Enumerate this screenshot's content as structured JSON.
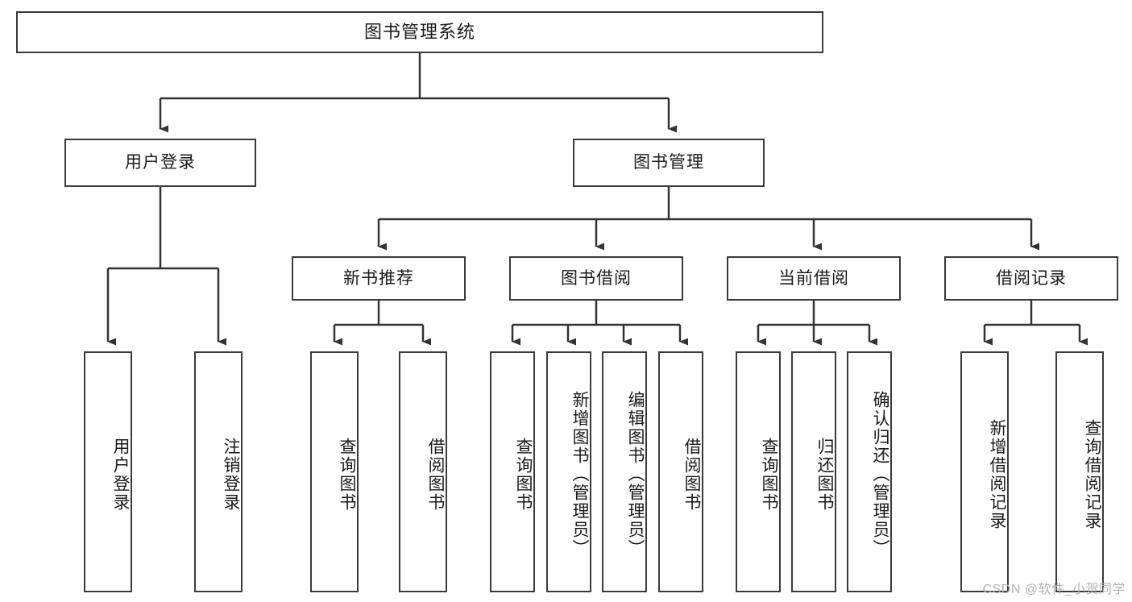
{
  "diagram": {
    "title": "图书管理系统",
    "type": "hierarchy-tree",
    "watermark": "CSDN @软件_小贺同学",
    "colors": {
      "box_border": "#3a3a3a",
      "box_fill": "#ffffff",
      "connector": "#333333",
      "text": "#1a1a1a",
      "watermark": "#b3b3b3"
    },
    "levels": {
      "level1": [
        "图书管理系统"
      ],
      "level2": [
        "用户登录",
        "图书管理"
      ],
      "level3": [
        "新书推荐",
        "图书借阅",
        "当前借阅",
        "借阅记录"
      ],
      "level4": [
        "用户登录",
        "注销登录",
        "查询图书",
        "借阅图书",
        "查询图书",
        "新增图书（管理员）",
        "编辑图书（管理员）",
        "借阅图书",
        "查询图书",
        "归还图书",
        "确认归还（管理员）",
        "新增借阅记录",
        "查询借阅记录"
      ]
    },
    "nodes": {
      "root": {
        "label": "图书管理系统"
      },
      "user_login": {
        "label": "用户登录"
      },
      "book_manage": {
        "label": "图书管理"
      },
      "new_book_rec": {
        "label": "新书推荐"
      },
      "book_borrow": {
        "label": "图书借阅"
      },
      "current_borrow": {
        "label": "当前借阅"
      },
      "borrow_record": {
        "label": "借阅记录"
      },
      "leaf_user_login": {
        "label": "用户登录"
      },
      "leaf_user_logout": {
        "label": "注销登录"
      },
      "leaf_query_book_1": {
        "label": "查询图书"
      },
      "leaf_borrow_book_1": {
        "label": "借阅图书"
      },
      "leaf_query_book_2": {
        "label": "查询图书"
      },
      "leaf_add_book": {
        "label": "新增图书（管理员）"
      },
      "leaf_edit_book": {
        "label": "编辑图书（管理员）"
      },
      "leaf_borrow_book_2": {
        "label": "借阅图书"
      },
      "leaf_query_book_3": {
        "label": "查询图书"
      },
      "leaf_return_book": {
        "label": "归还图书"
      },
      "leaf_confirm_return": {
        "label": "确认归还（管理员）"
      },
      "leaf_add_record": {
        "label": "新增借阅记录"
      },
      "leaf_query_record": {
        "label": "查询借阅记录"
      }
    },
    "edges": [
      {
        "from": "图书管理系统",
        "to": "用户登录"
      },
      {
        "from": "图书管理系统",
        "to": "图书管理"
      },
      {
        "from": "用户登录",
        "to": "用户登录"
      },
      {
        "from": "用户登录",
        "to": "注销登录"
      },
      {
        "from": "图书管理",
        "to": "新书推荐"
      },
      {
        "from": "图书管理",
        "to": "图书借阅"
      },
      {
        "from": "图书管理",
        "to": "当前借阅"
      },
      {
        "from": "图书管理",
        "to": "借阅记录"
      },
      {
        "from": "新书推荐",
        "to": "查询图书"
      },
      {
        "from": "新书推荐",
        "to": "借阅图书"
      },
      {
        "from": "图书借阅",
        "to": "查询图书"
      },
      {
        "from": "图书借阅",
        "to": "新增图书（管理员）"
      },
      {
        "from": "图书借阅",
        "to": "编辑图书（管理员）"
      },
      {
        "from": "图书借阅",
        "to": "借阅图书"
      },
      {
        "from": "当前借阅",
        "to": "查询图书"
      },
      {
        "from": "当前借阅",
        "to": "归还图书"
      },
      {
        "from": "当前借阅",
        "to": "确认归还（管理员）"
      },
      {
        "from": "借阅记录",
        "to": "新增借阅记录"
      },
      {
        "from": "借阅记录",
        "to": "查询借阅记录"
      }
    ]
  }
}
